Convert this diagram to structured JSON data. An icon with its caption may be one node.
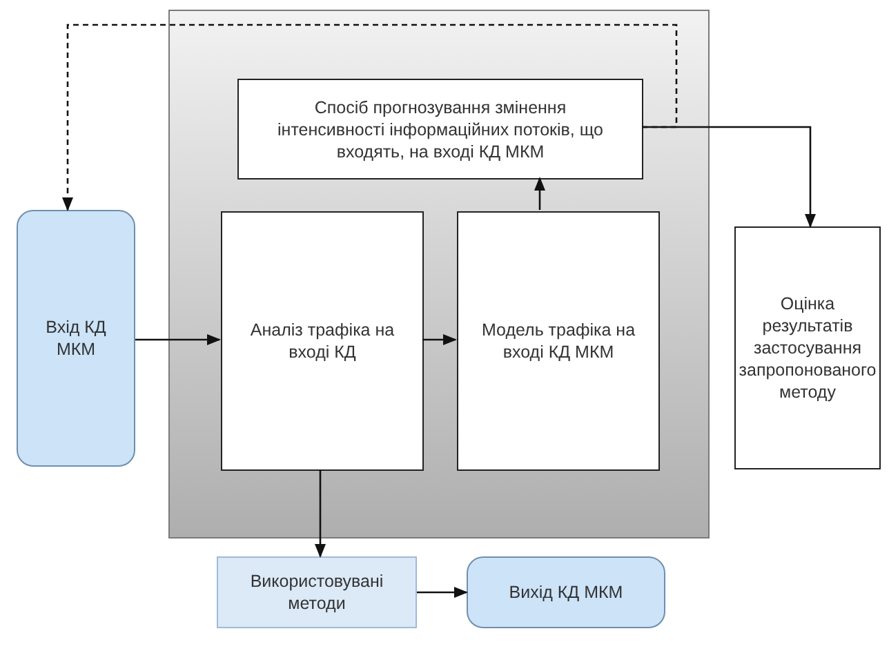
{
  "diagram": {
    "nodes": [
      {
        "text": [],
        "shape": "box"
      },
      {
        "text": [
          "Спосіб прогнозування змінення інтенсивності інформаційних потоків, що входять, на вході КД МКМ"
        ],
        "in": 0
      },
      {
        "text": [
          "Вхід КД МКМ"
        ]
      },
      {
        "text": [
          "Аналіз трафіка на вході КД"
        ],
        "in": 0
      },
      {
        "text": [
          "Модель трафіка на вході КД МКМ"
        ],
        "in": 0
      },
      {
        "text": [
          "Оцінка результатів застосування запропонованого методу"
        ]
      },
      {
        "text": [
          "Використовувані методи"
        ]
      },
      {
        "text": [
          "Вихід КД МКМ"
        ]
      }
    ],
    "edges": [
      {
        "from": 1,
        "to": 5,
        "arrow": "to"
      },
      {
        "from": 1,
        "to": 2,
        "arrow": "to",
        "style": "dashed"
      },
      {
        "from": 2,
        "to": 3,
        "arrow": "to"
      },
      {
        "from": 3,
        "to": 4,
        "arrow": "to"
      },
      {
        "from": 4,
        "to": 1,
        "arrow": "to"
      },
      {
        "from": 3,
        "to": 6,
        "arrow": "to"
      },
      {
        "from": 6,
        "to": 7,
        "arrow": "to"
      }
    ]
  }
}
